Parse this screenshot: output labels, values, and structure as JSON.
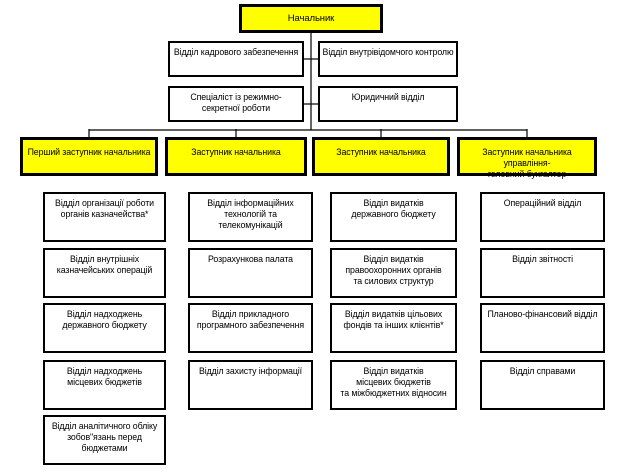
{
  "colors": {
    "highlight": "#ffff00",
    "border": "#000000",
    "background": "#ffffff",
    "text": "#000000"
  },
  "diagram": {
    "type": "org-chart",
    "root": {
      "label": "Начальник"
    },
    "staff": [
      {
        "label": "Відділ кадрового забезпечення"
      },
      {
        "label": "Відділ внутрівідомчого контролю"
      },
      {
        "label": "Спеціаліст із режимно-\nсекретної роботи"
      },
      {
        "label": "Юридичний відділ"
      }
    ],
    "deputies": [
      {
        "label": "Перший заступник начальника"
      },
      {
        "label": "Заступник начальника"
      },
      {
        "label": "Заступник начальника"
      },
      {
        "label": "Заступник начальника управління-\nголовний бухгалтер"
      }
    ],
    "columns": [
      [
        {
          "label": "Відділ організації роботи\nорганів казначейства*"
        },
        {
          "label": "Відділ внутрішніх\nказначейських операцій"
        },
        {
          "label": "Відділ надходжень\nдержавного бюджету"
        },
        {
          "label": "Відділ надходжень\nмісцевих бюджетів"
        },
        {
          "label": "Відділ аналітичного обліку\nзобов\"язань перед бюджетами"
        }
      ],
      [
        {
          "label": "Відділ інформаційних\nтехнологій та телекомунікацій"
        },
        {
          "label": "Розрахункова палата"
        },
        {
          "label": "Відділ прикладного\nпрограмного забезпечення"
        },
        {
          "label": "Відділ захисту інформації"
        }
      ],
      [
        {
          "label": "Відділ видатків\nдержавного бюджету"
        },
        {
          "label": "Відділ видатків\nправоохоронних органів\nта силових структур"
        },
        {
          "label": "Відділ видатків цільових\nфондів та інших клієнтів*"
        },
        {
          "label": "Відділ видатків\nмісцевих бюджетів\nта міжбюджетних відносин"
        }
      ],
      [
        {
          "label": "Операційний відділ"
        },
        {
          "label": "Відділ звітності"
        },
        {
          "label": "Планово-фінансовий відділ"
        },
        {
          "label": "Відділ справами"
        }
      ]
    ]
  }
}
